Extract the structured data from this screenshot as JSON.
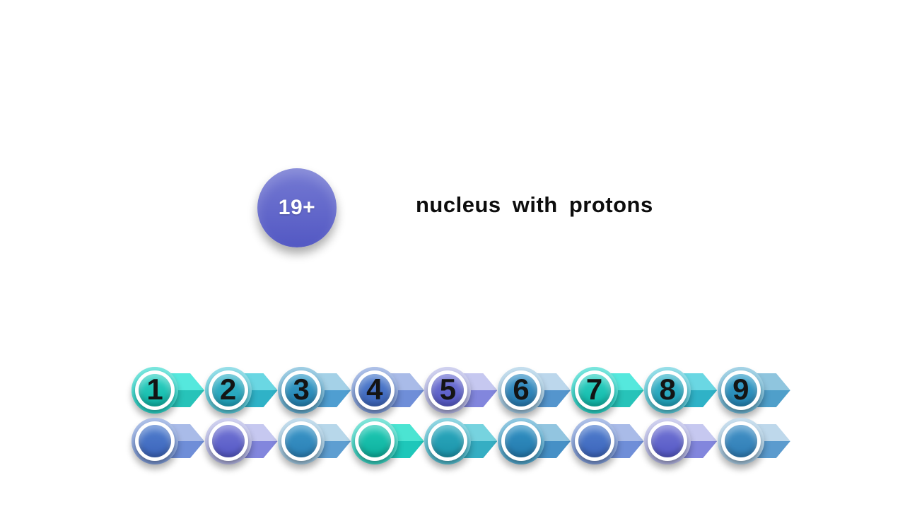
{
  "canvas": {
    "background": "#ffffff"
  },
  "nucleus": {
    "label": "19+",
    "text_color": "#ffffff",
    "gradient_top": "#757AD3",
    "gradient_bottom": "#5358C3"
  },
  "title": {
    "text": "nucleus with protons",
    "color": "#0D0D0D"
  },
  "rows": [
    {
      "name": "top-row",
      "badges": [
        {
          "label": "1",
          "outer": "#2BD7CA",
          "arrow_light": "#55E8DD",
          "arrow_dark": "#27C3B9",
          "inner_top": "#31D3C5",
          "inner_bottom": "#0FB5A6"
        },
        {
          "label": "2",
          "outer": "#59CCDC",
          "arrow_light": "#6AD7E3",
          "arrow_dark": "#2FB2C7",
          "inner_top": "#3BB6CB",
          "inner_bottom": "#1E9FB7"
        },
        {
          "label": "3",
          "outer": "#67B1D4",
          "arrow_light": "#A4D1E7",
          "arrow_dark": "#4F9ED1",
          "inner_top": "#38A0CC",
          "inner_bottom": "#2480AF"
        },
        {
          "label": "4",
          "outer": "#7E9CDA",
          "arrow_light": "#A9BBE8",
          "arrow_dark": "#6F8ED8",
          "inner_top": "#517FCF",
          "inner_bottom": "#3C64BA"
        },
        {
          "label": "5",
          "outer": "#B4B6E6",
          "arrow_light": "#C6C8F0",
          "arrow_dark": "#8286DD",
          "inner_top": "#7376D5",
          "inner_bottom": "#5457C4"
        },
        {
          "label": "6",
          "outer": "#A3CBE4",
          "arrow_light": "#BCD7EC",
          "arrow_dark": "#5495CD",
          "inner_top": "#3A94C8",
          "inner_bottom": "#2779AE"
        },
        {
          "label": "7",
          "outer": "#2BD7CA",
          "arrow_light": "#55E8DD",
          "arrow_dark": "#27C3B9",
          "inner_top": "#31D3C5",
          "inner_bottom": "#0FB5A6"
        },
        {
          "label": "8",
          "outer": "#59CCDC",
          "arrow_light": "#6AD7E3",
          "arrow_dark": "#2FB2C7",
          "inner_top": "#3BB6CB",
          "inner_bottom": "#1E9FB7"
        },
        {
          "label": "9",
          "outer": "#6FB9D7",
          "arrow_light": "#8FC5DE",
          "arrow_dark": "#4F9FCA",
          "inner_top": "#35A0CB",
          "inner_bottom": "#2583B2"
        }
      ]
    },
    {
      "name": "bottom-row",
      "badges": [
        {
          "label": "",
          "outer": "#7E9CDA",
          "arrow_light": "#A9BBE8",
          "arrow_dark": "#6F8ED8",
          "inner_top": "#517FCF",
          "inner_bottom": "#3C64BA"
        },
        {
          "label": "",
          "outer": "#B4B6E6",
          "arrow_light": "#C6C8F0",
          "arrow_dark": "#8286DD",
          "inner_top": "#7376D5",
          "inner_bottom": "#5457C4"
        },
        {
          "label": "",
          "outer": "#A0C9E2",
          "arrow_light": "#B7D7EA",
          "arrow_dark": "#5E9ED1",
          "inner_top": "#3B97C9",
          "inner_bottom": "#2B7FB4"
        },
        {
          "label": "",
          "outer": "#38D6C4",
          "arrow_light": "#4BE4D2",
          "arrow_dark": "#1EC7BA",
          "inner_top": "#20CBB6",
          "inner_bottom": "#0EAF9D"
        },
        {
          "label": "",
          "outer": "#52BFD2",
          "arrow_light": "#76D3DF",
          "arrow_dark": "#35AEC3",
          "inner_top": "#2CAABF",
          "inner_bottom": "#1C93A9"
        },
        {
          "label": "",
          "outer": "#51A9D0",
          "arrow_light": "#92C5E0",
          "arrow_dark": "#4690C6",
          "inner_top": "#3293C5",
          "inner_bottom": "#2478AB"
        },
        {
          "label": "",
          "outer": "#7E9CDA",
          "arrow_light": "#A9BBE8",
          "arrow_dark": "#6F8ED8",
          "inner_top": "#517FCF",
          "inner_bottom": "#3C64BA"
        },
        {
          "label": "",
          "outer": "#B4B6E6",
          "arrow_light": "#C6C8F0",
          "arrow_dark": "#8286DD",
          "inner_top": "#7376D5",
          "inner_bottom": "#5457C4"
        },
        {
          "label": "",
          "outer": "#A9CCE4",
          "arrow_light": "#BED8EB",
          "arrow_dark": "#5B9BCE",
          "inner_top": "#4493C8",
          "inner_bottom": "#2F7CB4"
        }
      ]
    }
  ]
}
